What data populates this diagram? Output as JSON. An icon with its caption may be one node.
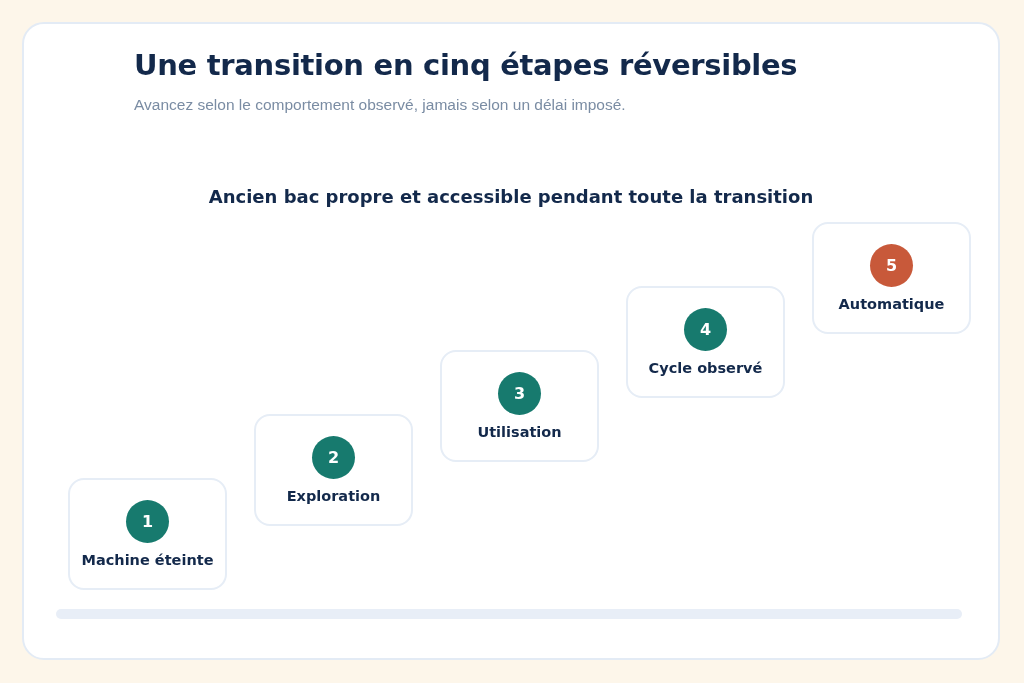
{
  "diagram": {
    "title": "Une transition en cinq étapes réversibles",
    "nodes": [
      {
        "text": [
          "Machine éteinte"
        ]
      },
      {
        "text": [
          "1"
        ],
        "in": 0
      },
      {
        "text": [
          "Exploration"
        ]
      },
      {
        "text": [
          "2"
        ],
        "in": 2
      },
      {
        "text": [
          "Utilisation"
        ]
      },
      {
        "text": [
          "3"
        ],
        "in": 4
      },
      {
        "text": [
          "Cycle observé"
        ]
      },
      {
        "text": [
          "4"
        ],
        "in": 6
      },
      {
        "text": [
          "Automatique"
        ]
      },
      {
        "text": [
          "5"
        ],
        "in": 8
      }
    ],
    "labels": [
      "Avancez selon le comportement observé, jamais selon un délai imposé.",
      "Ancien bac propre et accessible pendant toute la transition"
    ]
  }
}
